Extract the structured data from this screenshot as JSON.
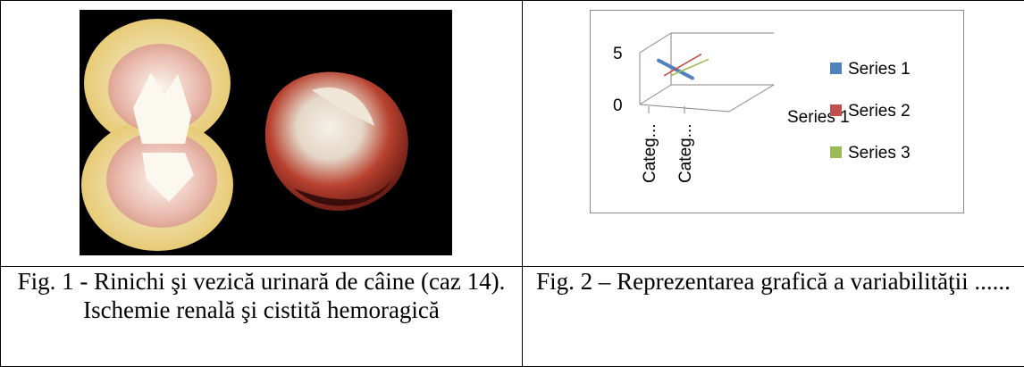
{
  "figures": [
    {
      "caption": "Fig. 1 - Rinichi şi vezică urinară de câine (caz 14). Ischemie renală şi cistită hemoragică",
      "image": "photo-kidney-and-bladder"
    },
    {
      "caption": "Fig. 2 – Reprezentarea grafică a variabilităţii ......"
    }
  ],
  "chart_data": {
    "type": "line",
    "categories": [
      "Categ...",
      "Categ..."
    ],
    "depth_axis_label": "Series 1",
    "ylim": [
      0,
      5
    ],
    "y_ticks": [
      0,
      5
    ],
    "legend_placement": "right",
    "series": [
      {
        "name": "Series 1",
        "color": "#4f81bd",
        "values": [
          4.3,
          2.5
        ]
      },
      {
        "name": "Series 2",
        "color": "#c0504d",
        "values": [
          2.4,
          4.4
        ]
      },
      {
        "name": "Series 3",
        "color": "#9bbb59",
        "values": [
          2.0,
          3.5
        ]
      }
    ]
  }
}
